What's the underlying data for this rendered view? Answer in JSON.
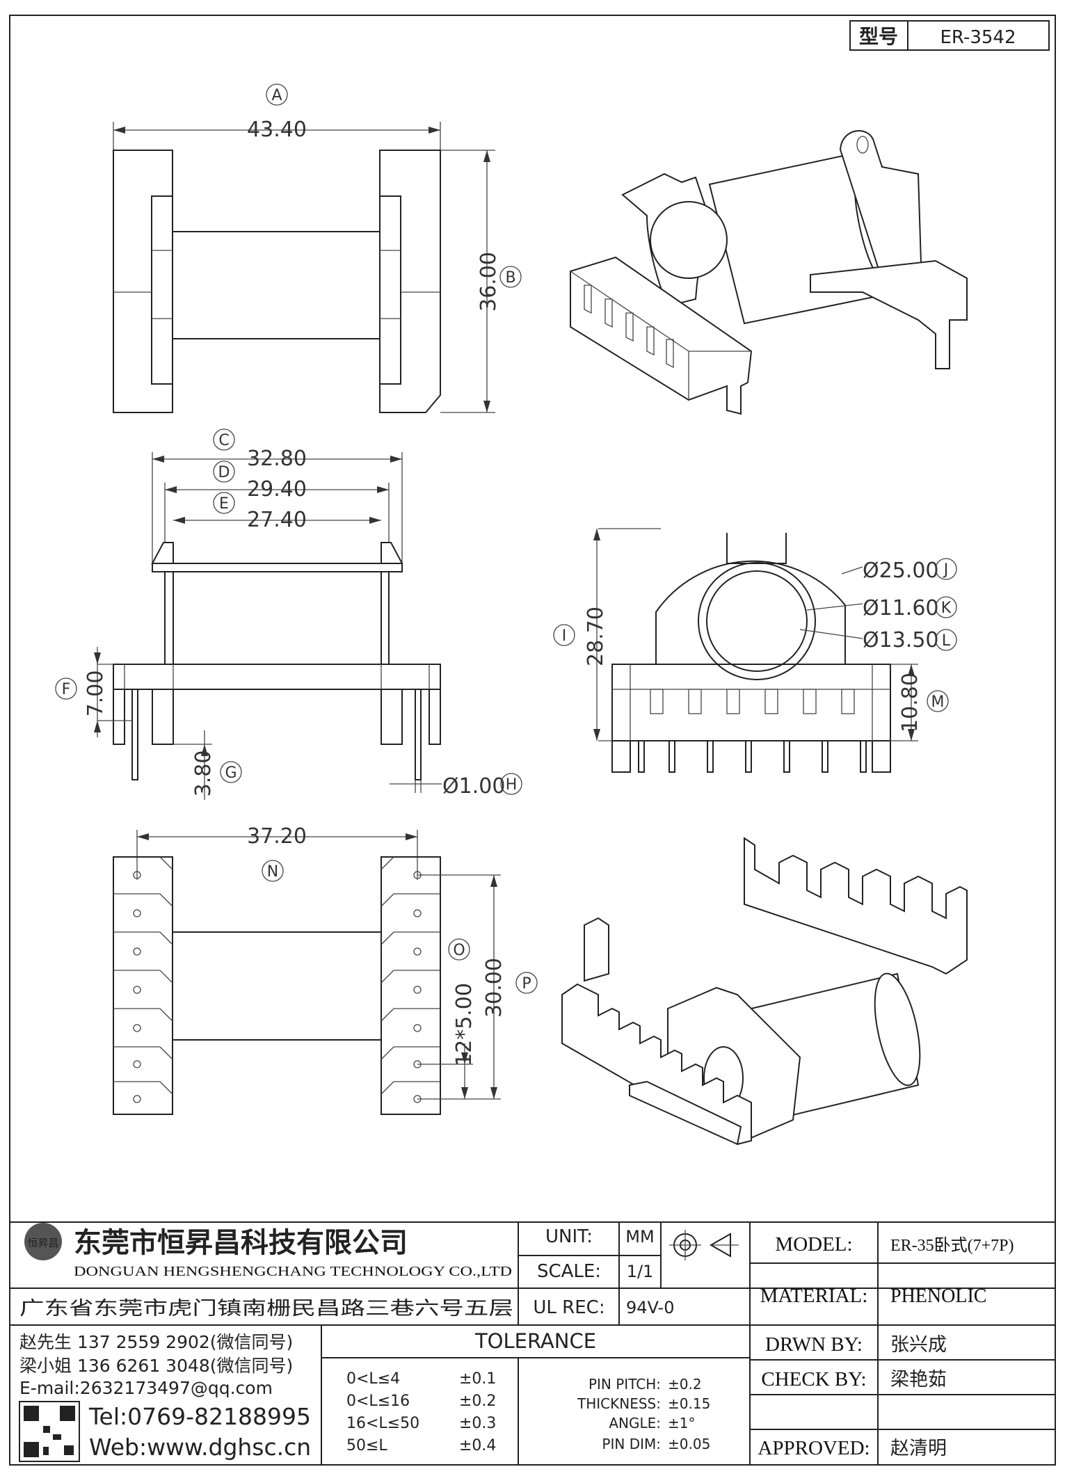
{
  "title_block": {
    "part_label": "型号",
    "part_value": "ER-3542",
    "company_cn": "东莞市恒昇昌科技有限公司",
    "company_en": "DONGUAN HENGSHENGCHANG TECHNOLOGY CO.,LTD",
    "logo_text": "恒昇昌",
    "address": "广东省东莞市虎门镇南栅民昌路三巷六号五层",
    "contacts": [
      "赵先生 137 2559 2902(微信同号)",
      "梁小姐 136 6261 3048(微信同号)",
      "E-mail:2632173497@qq.com"
    ],
    "tel": "Tel:0769-82188995",
    "web": "Web:www.dghsc.cn",
    "unit_label": "UNIT:",
    "unit_value": "MM",
    "scale_label": "SCALE:",
    "scale_value": "1/1",
    "ulrec_label": "UL REC:",
    "ulrec_value": "94V-0",
    "tolerance_title": "TOLERANCE",
    "tolerances": [
      {
        "range": "0<L≤4",
        "value": "±0.1"
      },
      {
        "range": "0<L≤16",
        "value": "±0.2"
      },
      {
        "range": "16<L≤50",
        "value": "±0.3"
      },
      {
        "range": "50≤L",
        "value": "±0.4"
      }
    ],
    "other_tolerances": [
      {
        "name": "PIN PITCH:",
        "value": "±0.2"
      },
      {
        "name": "THICKNESS:",
        "value": "±0.15"
      },
      {
        "name": "ANGLE:",
        "value": "±1°"
      },
      {
        "name": "PIN DIM:",
        "value": "±0.05"
      }
    ],
    "model_label": "MODEL:",
    "model_value": "ER-35卧式(7+7P)",
    "material_label": "MATERIAL:",
    "material_value": "PHENOLIC",
    "drawn_label": "DRWN BY:",
    "drawn_value": "张兴成",
    "check_label": "CHECK BY:",
    "check_value": "梁艳茹",
    "approved_label": "APPROVED:",
    "approved_value": "赵清明"
  },
  "dimensions": {
    "A": {
      "tag": "A",
      "value": "43.40"
    },
    "B": {
      "tag": "B",
      "value": "36.00"
    },
    "C": {
      "tag": "C",
      "value": "32.80"
    },
    "D": {
      "tag": "D",
      "value": "29.40"
    },
    "E": {
      "tag": "E",
      "value": "27.40"
    },
    "F": {
      "tag": "F",
      "value": "7.00"
    },
    "G": {
      "tag": "G",
      "value": "3.80"
    },
    "H": {
      "tag": "H",
      "value": "Ø1.00"
    },
    "I": {
      "tag": "I",
      "value": "28.70"
    },
    "J": {
      "tag": "J",
      "value": "Ø25.00"
    },
    "K": {
      "tag": "K",
      "value": "Ø11.60"
    },
    "L": {
      "tag": "L",
      "value": "Ø13.50"
    },
    "M": {
      "tag": "M",
      "value": "10.80"
    },
    "N": {
      "tag": "N",
      "value": "37.20"
    },
    "O": {
      "tag": "O",
      "value": "12*5.00"
    },
    "P": {
      "tag": "P",
      "value": "30.00"
    }
  },
  "colors": {
    "line": "#222222",
    "paper": "#ffffff"
  },
  "icons": [
    "third-angle-projection-icon",
    "company-logo",
    "qr-code"
  ]
}
